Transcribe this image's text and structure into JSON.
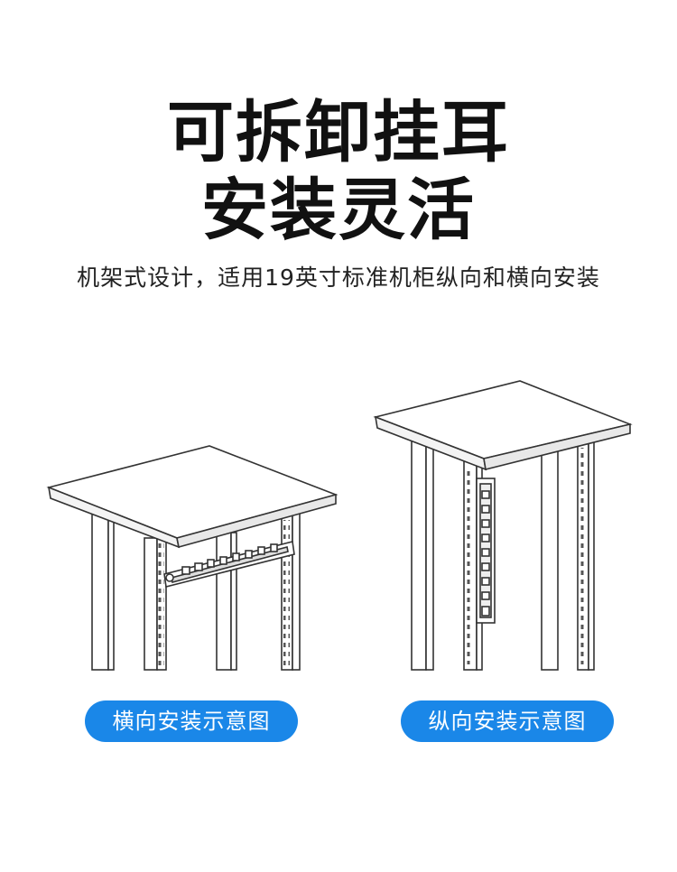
{
  "headline": {
    "line1": "可拆卸挂耳",
    "line2": "安装灵活"
  },
  "subtitle": "机架式设计，适用19英寸标准机柜纵向和横向安装",
  "labels": {
    "horizontal": "横向安装示意图",
    "vertical": "纵向安装示意图"
  },
  "colors": {
    "accent": "#1a87e8",
    "line": "#333333"
  }
}
